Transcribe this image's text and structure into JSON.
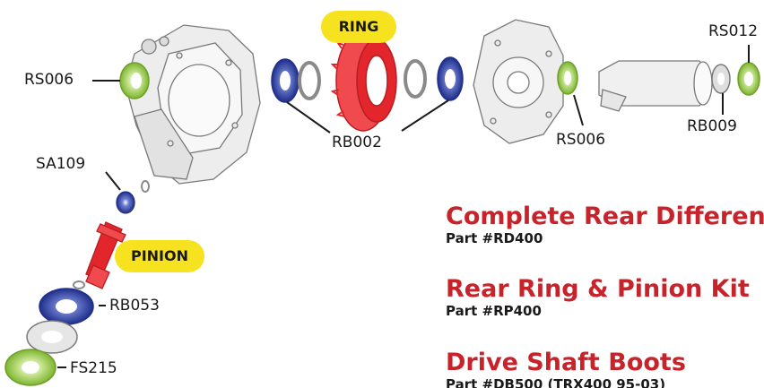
{
  "tags": {
    "ring": "RING",
    "pinion": "PINION"
  },
  "callouts": {
    "rs006_left": "RS006",
    "rb002": "RB002",
    "rs006_right": "RS006",
    "rs012": "RS012",
    "rb009": "RB009",
    "sa109": "SA109",
    "rb053": "RB053",
    "fs215": "FS215"
  },
  "products": [
    {
      "title": "Complete Rear Differen",
      "part": "Part #RD400"
    },
    {
      "title": "Rear Ring & Pinion Kit",
      "part": "Part #RP400"
    },
    {
      "title": "Drive Shaft Boots",
      "part": "Part #DB500 (TRX400 95-03)"
    }
  ],
  "colors": {
    "seal_green": "#8ec63f",
    "bearing_blue": "#2b3e9e",
    "ring_red": "#e3262c",
    "highlight_yellow": "#f7e21f",
    "title_red": "#c8232b"
  }
}
